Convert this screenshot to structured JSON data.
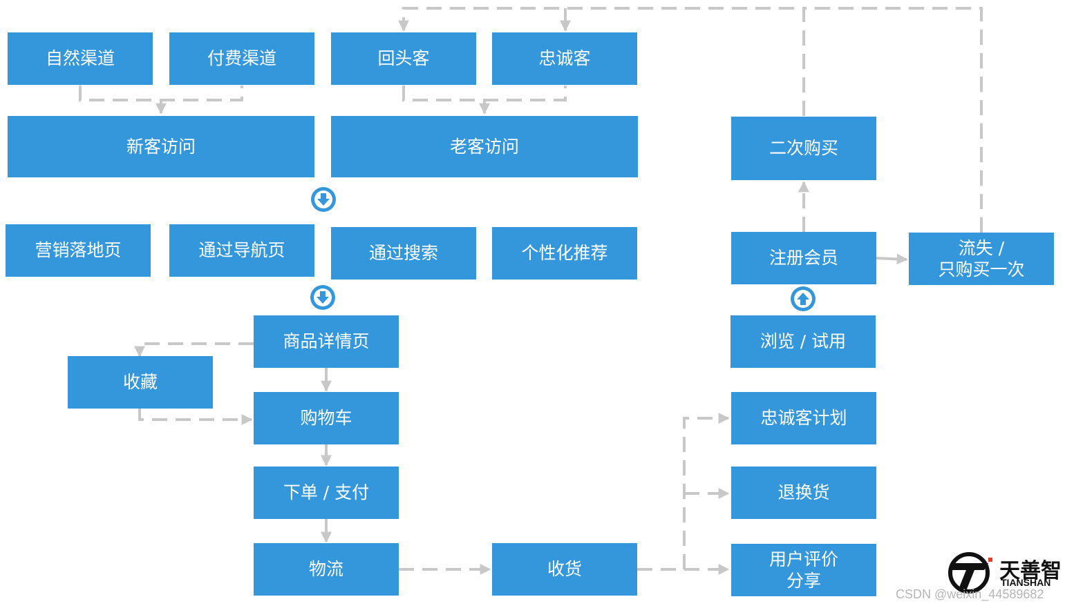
{
  "nodes": {
    "ziran": "自然渠道",
    "fufei": "付费渠道",
    "huitou": "回头客",
    "zhongcheng": "忠诚客",
    "xinke": "新客访问",
    "laoke": "老客访问",
    "erci": "二次购买",
    "yingxiao": "营销落地页",
    "daohang": "通过导航页",
    "sousuo": "通过搜索",
    "gexing": "个性化推荐",
    "zhuce": "注册会员",
    "liushi": "流失 /\n只购买一次",
    "xiangqing": "商品详情页",
    "liulan": "浏览 / 试用",
    "shoucang": "收藏",
    "gouwuche": "购物车",
    "jihua": "忠诚客计划",
    "xiadan": "下单 / 支付",
    "tuihuan": "退换货",
    "wuliu": "物流",
    "shouhuo": "收货",
    "pingjia": "用户评价\n分享"
  },
  "watermark": "CSDN @weixin_44589682",
  "logo": {
    "cn": "天善智",
    "en": "TIANSHAN"
  },
  "colors": {
    "box": "#3597db",
    "connector": "#c8c8c8",
    "box_text": "#ffffff"
  },
  "icons": {
    "arrow_down": "down-arrow-icon",
    "arrow_up": "up-arrow-icon"
  }
}
